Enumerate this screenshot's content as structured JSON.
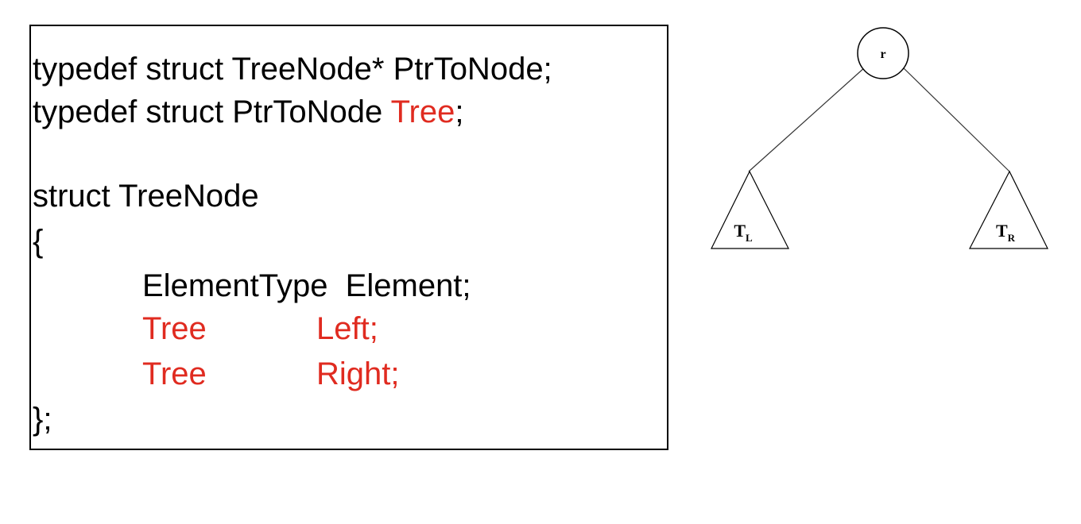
{
  "code": {
    "line1": "typedef struct TreeNode* PtrToNode;",
    "line2_prefix": "typedef struct PtrToNode ",
    "line2_keyword": "Tree",
    "line2_suffix": ";",
    "line3": "struct TreeNode",
    "line4": "{",
    "line5": "ElementType  Element;",
    "line6_type": "Tree",
    "line6_name": "Left;",
    "line7_type": "Tree",
    "line7_name": "Right;",
    "line8": "};"
  },
  "diagram": {
    "root_label": "r",
    "left_subtree_label": "T",
    "left_subtree_subscript": "L",
    "right_subtree_label": "T",
    "right_subtree_subscript": "R"
  },
  "colors": {
    "highlight": "#e02b20",
    "text": "#000000",
    "border": "#000000"
  }
}
